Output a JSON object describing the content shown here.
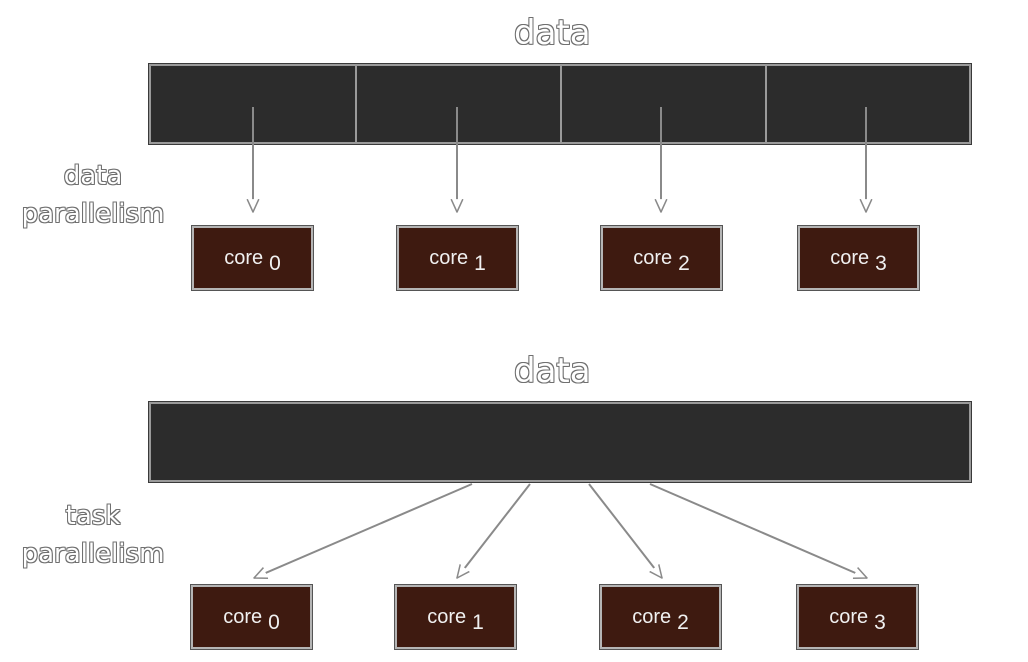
{
  "top": {
    "title": "data",
    "side_label_line1": "data",
    "side_label_line2": "parallelism",
    "cores": [
      {
        "label": "core",
        "index": "0"
      },
      {
        "label": "core",
        "index": "1"
      },
      {
        "label": "core",
        "index": "2"
      },
      {
        "label": "core",
        "index": "3"
      }
    ]
  },
  "bottom": {
    "title": "data",
    "side_label_line1": "task",
    "side_label_line2": "parallelism",
    "cores": [
      {
        "label": "core",
        "index": "0"
      },
      {
        "label": "core",
        "index": "1"
      },
      {
        "label": "core",
        "index": "2"
      },
      {
        "label": "core",
        "index": "3"
      }
    ]
  },
  "colors": {
    "bar": "#2c2c2c",
    "core": "#3e1a10",
    "arrow": "#8a8a8a"
  }
}
